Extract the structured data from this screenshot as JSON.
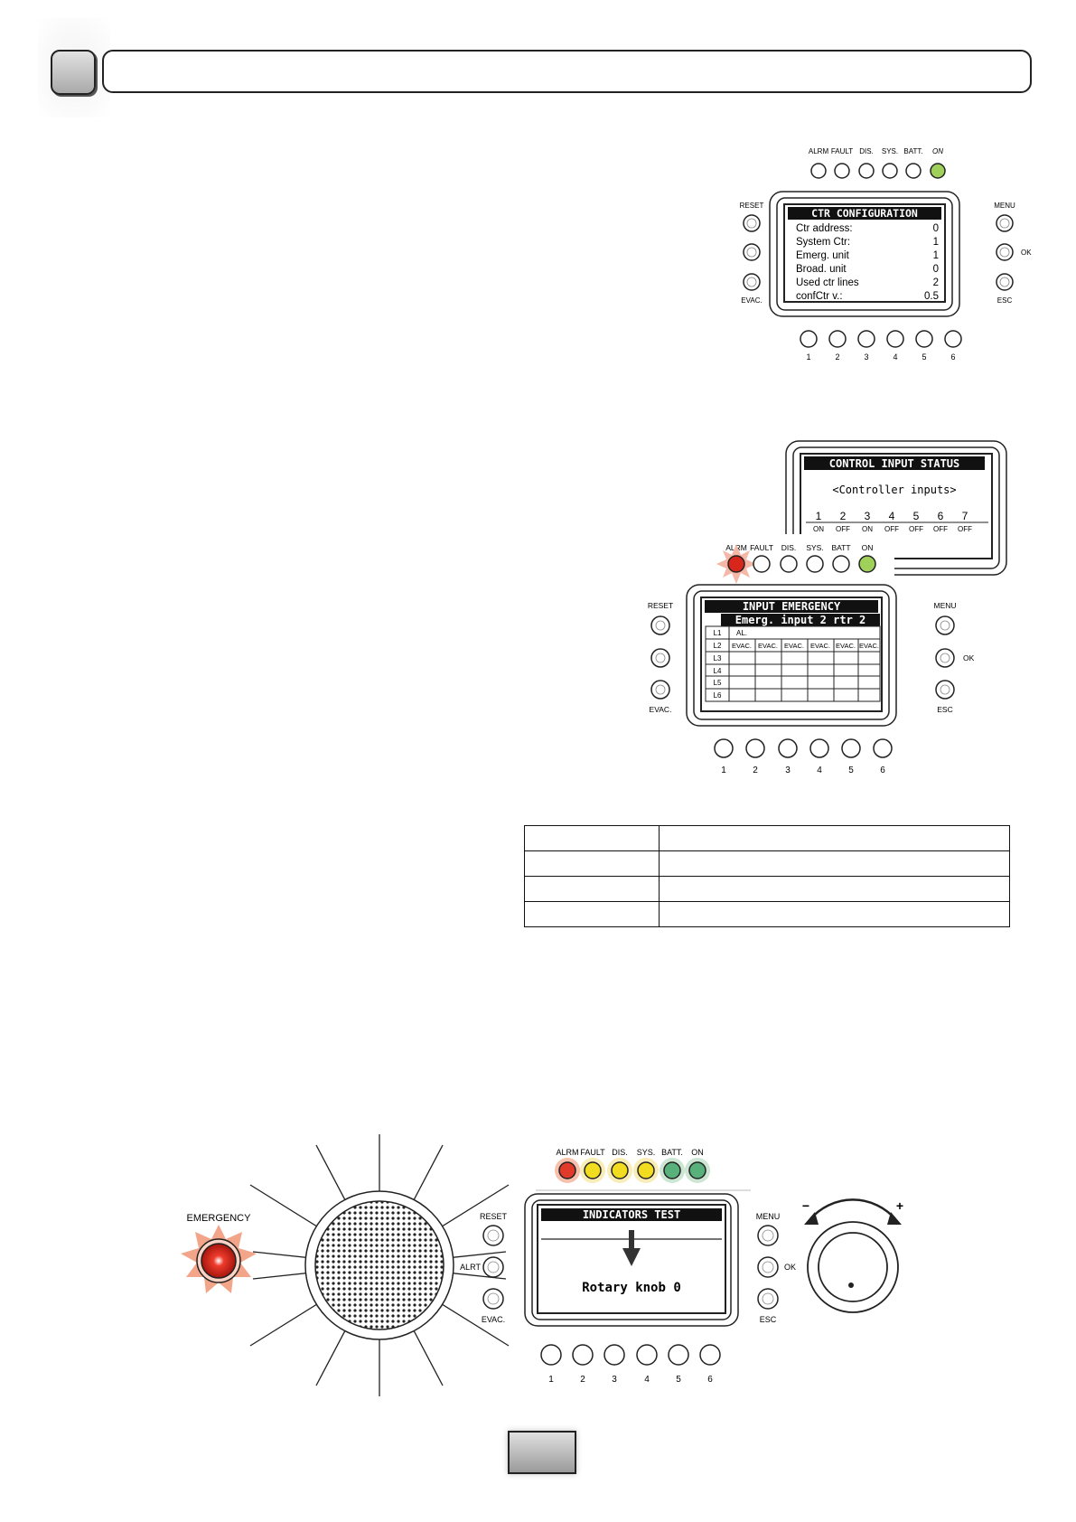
{
  "panel1": {
    "leds": [
      "ALRM",
      "FAULT",
      "DIS.",
      "SYS.",
      "BATT.",
      "ON"
    ],
    "left_labels": [
      "RESET",
      "EVAC."
    ],
    "right_labels": [
      "MENU",
      "OK",
      "ESC"
    ],
    "numbers": [
      "1",
      "2",
      "3",
      "4",
      "5",
      "6"
    ],
    "screen_title": "CTR CONFIGURATION",
    "rows": [
      {
        "label": "Ctr address:",
        "value": "0"
      },
      {
        "label": "System Ctr:",
        "value": "1"
      },
      {
        "label": "Emerg. unit",
        "value": "1"
      },
      {
        "label": "Broad. unit",
        "value": "0"
      },
      {
        "label": "Used ctr lines",
        "value": "2"
      },
      {
        "label": "confCtr v.:",
        "value": "0.5"
      }
    ]
  },
  "panel2_back": {
    "title": "CONTROL INPUT STATUS",
    "subtitle": "<Controller inputs>",
    "inputs": [
      {
        "n": "1",
        "s": "ON"
      },
      {
        "n": "2",
        "s": "OFF"
      },
      {
        "n": "3",
        "s": "ON"
      },
      {
        "n": "4",
        "s": "OFF"
      },
      {
        "n": "5",
        "s": "OFF"
      },
      {
        "n": "6",
        "s": "OFF"
      },
      {
        "n": "7",
        "s": "OFF"
      }
    ]
  },
  "panel2": {
    "leds": [
      "ALRM",
      "FAULT",
      "DIS.",
      "SYS.",
      "BATT",
      "ON"
    ],
    "left_labels": [
      "RESET",
      "EVAC."
    ],
    "right_labels": [
      "MENU",
      "OK",
      "ESC"
    ],
    "numbers": [
      "1",
      "2",
      "3",
      "4",
      "5",
      "6"
    ],
    "screen_title": "INPUT EMERGENCY",
    "screen_subtitle": "Emerg. input 2 rtr 2",
    "grid_rows": [
      {
        "line": "L1",
        "cells": [
          "AL.",
          "",
          "",
          "",
          "",
          ""
        ]
      },
      {
        "line": "L2",
        "cells": [
          "EVAC.",
          "EVAC.",
          "EVAC.",
          "EVAC.",
          "EVAC.",
          "EVAC."
        ]
      },
      {
        "line": "L3",
        "cells": [
          "",
          "",
          "",
          "",
          "",
          ""
        ]
      },
      {
        "line": "L4",
        "cells": [
          "",
          "",
          "",
          "",
          "",
          ""
        ]
      },
      {
        "line": "L5",
        "cells": [
          "",
          "",
          "",
          "",
          "",
          ""
        ]
      },
      {
        "line": "L6",
        "cells": [
          "",
          "",
          "",
          "",
          "",
          ""
        ]
      }
    ]
  },
  "panel3": {
    "emergency_label": "EMERGENCY",
    "leds": [
      "ALRM",
      "FAULT",
      "DIS.",
      "SYS.",
      "BATT.",
      "ON"
    ],
    "led_colors": [
      "#e23a2a",
      "#f2dc1f",
      "#f2dc1f",
      "#f2dc1f",
      "#58b07a",
      "#58b07a"
    ],
    "left_labels": [
      "RESET",
      "ALRT",
      "EVAC."
    ],
    "right_labels": [
      "MENU",
      "OK",
      "ESC"
    ],
    "numbers": [
      "1",
      "2",
      "3",
      "4",
      "5",
      "6"
    ],
    "screen_title": "INDICATORS TEST",
    "screen_text": "Rotary knob 0",
    "knob_minus": "−",
    "knob_plus": "+"
  }
}
